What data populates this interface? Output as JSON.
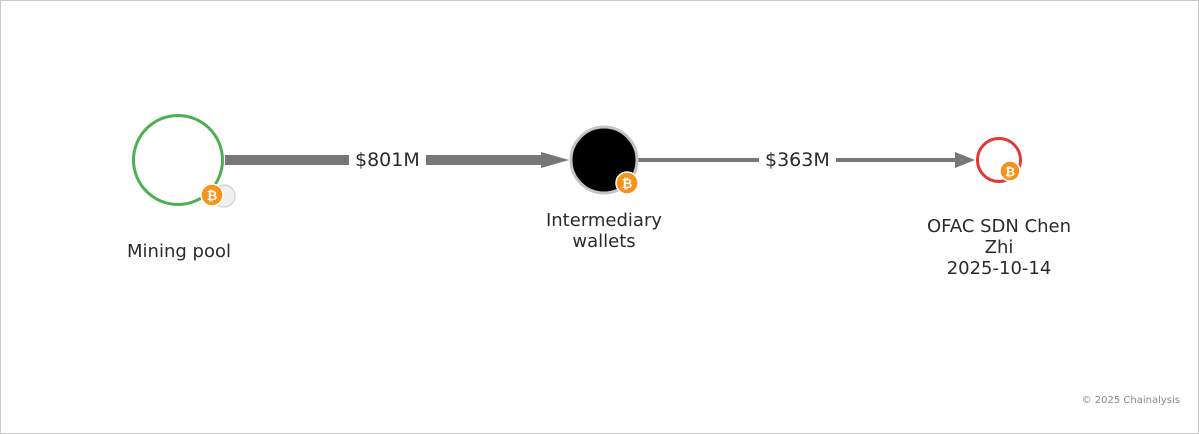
{
  "nodes": [
    {
      "id": "mining-pool",
      "label": "Mining pool",
      "icon": "bitcoin-icon",
      "ring_color": "#4caf50"
    },
    {
      "id": "intermediary-wallets",
      "label": "Intermediary wallets",
      "icon": "bitcoin-icon",
      "fill_color": "#000000"
    },
    {
      "id": "ofac-sdn-chen-zhi",
      "label_lines": [
        "OFAC SDN Chen",
        "Zhi",
        "2025-10-14"
      ],
      "icon": "bitcoin-icon",
      "ring_color": "#e03a3a"
    }
  ],
  "edges": [
    {
      "from": "mining-pool",
      "to": "intermediary-wallets",
      "amount": "$801M"
    },
    {
      "from": "intermediary-wallets",
      "to": "ofac-sdn-chen-zhi",
      "amount": "$363M"
    }
  ],
  "colors": {
    "arrow": "#777777",
    "bitcoin": "#f7931a"
  },
  "footer": {
    "copyright": "© 2025 Chainalysis"
  }
}
